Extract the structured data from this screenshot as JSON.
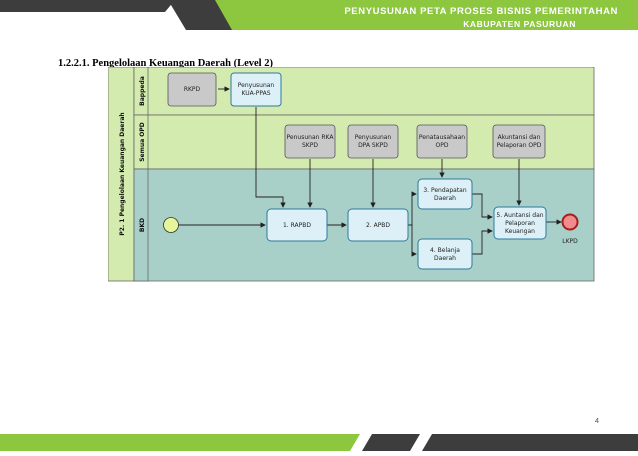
{
  "header": {
    "line1": "PENYUSUNAN PETA PROSES BISNIS PEMERINTAHAN",
    "line2": "KABUPATEN PASURUAN",
    "colors": {
      "green": "#8dc63f",
      "dark": "#3d3d3d"
    }
  },
  "section": {
    "title": "1.2.2.1.  Pengelolaan Keuangan Daerah (Level 2)"
  },
  "diagram": {
    "pool": "P2. 1 Pengelolaan Keuangan Daerah",
    "lanes": {
      "bappeda": "Bappeda",
      "semua_opd": "Semua OPD",
      "bkd": "BKD"
    },
    "nodes": {
      "rkpd": "RKPD",
      "kua_l1": "Penyusunan",
      "kua_l2": "KUA-PPAS",
      "rka_l1": "Penusunan RKA",
      "rka_l2": "SKPD",
      "dpa_l1": "Penyusunan",
      "dpa_l2": "DPA SKPD",
      "penat_l1": "Penatausahaan",
      "penat_l2": "OPD",
      "akun_l1": "Akuntansi dan",
      "akun_l2": "Pelaporan OPD",
      "raped": "1. RAPBD",
      "apbd": "2. APBD",
      "pend_l1": "3. Pendapatan",
      "pend_l2": "Daerah",
      "bel_l1": "4. Belanja",
      "bel_l2": "Daerah",
      "aku5_l1": "5. Auntansi dan",
      "aku5_l2": "Pelaporan",
      "aku5_l3": "Keuangan",
      "end_label": "LKPD"
    },
    "colors": {
      "lane_green": "#d4ebb0",
      "lane_teal": "#a9d0c8",
      "task_fill": "#ddf0f7",
      "task_stroke": "#2b7a9a",
      "ref_fill": "#c9c9c9",
      "start": "#e5f59a",
      "end": "#f28b8b"
    }
  },
  "footer": {
    "page_number": "4"
  }
}
